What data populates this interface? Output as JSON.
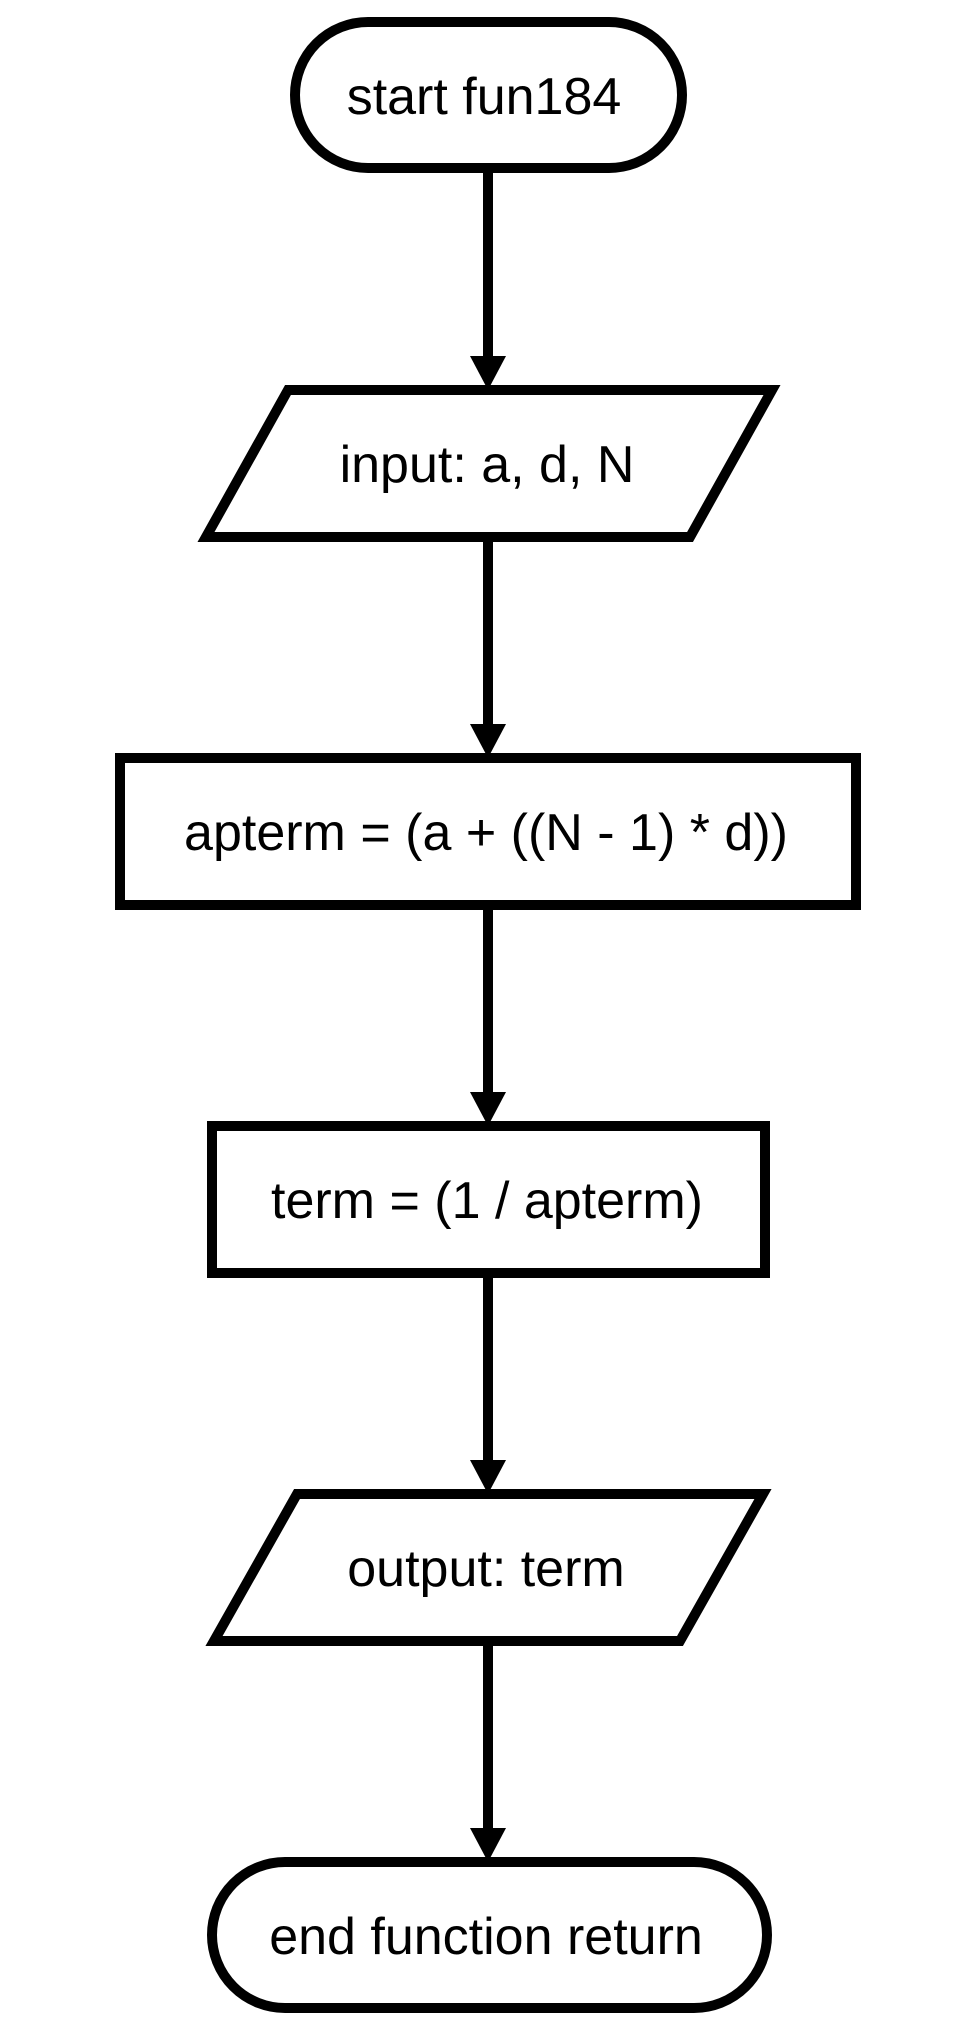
{
  "flowchart": {
    "nodes": [
      {
        "id": "start",
        "shape": "terminal",
        "label": "start fun184"
      },
      {
        "id": "input",
        "shape": "parallelogram",
        "label": "input: a, d, N"
      },
      {
        "id": "apterm",
        "shape": "process",
        "label": "apterm = (a + ((N - 1) * d))"
      },
      {
        "id": "term",
        "shape": "process",
        "label": "term = (1 / apterm)"
      },
      {
        "id": "output",
        "shape": "parallelogram",
        "label": "output: term"
      },
      {
        "id": "end",
        "shape": "terminal",
        "label": "end function return"
      }
    ],
    "edges": [
      {
        "from": "start",
        "to": "input"
      },
      {
        "from": "input",
        "to": "apterm"
      },
      {
        "from": "apterm",
        "to": "term"
      },
      {
        "from": "term",
        "to": "output"
      },
      {
        "from": "output",
        "to": "end"
      }
    ],
    "colors": {
      "stroke": "#000000",
      "fill": "#ffffff",
      "text": "#000000"
    }
  }
}
